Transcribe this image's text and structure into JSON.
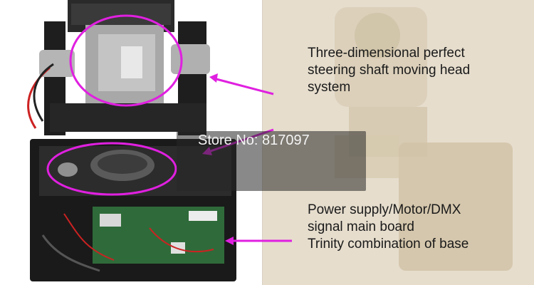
{
  "callouts": {
    "top": {
      "line1": "Three-dimensional perfect",
      "line2": "steering shaft moving head",
      "line3": "system"
    },
    "bottom": {
      "line1": "Power supply/Motor/DMX",
      "line2": "signal main board",
      "line3": "Trinity combination of base"
    }
  },
  "watermark": "Store No: 817097",
  "colors": {
    "annotation": "#e020e0",
    "background": "#e8e0d0",
    "device_body": "#1c1c1c",
    "metal": "#b8b8b8"
  }
}
